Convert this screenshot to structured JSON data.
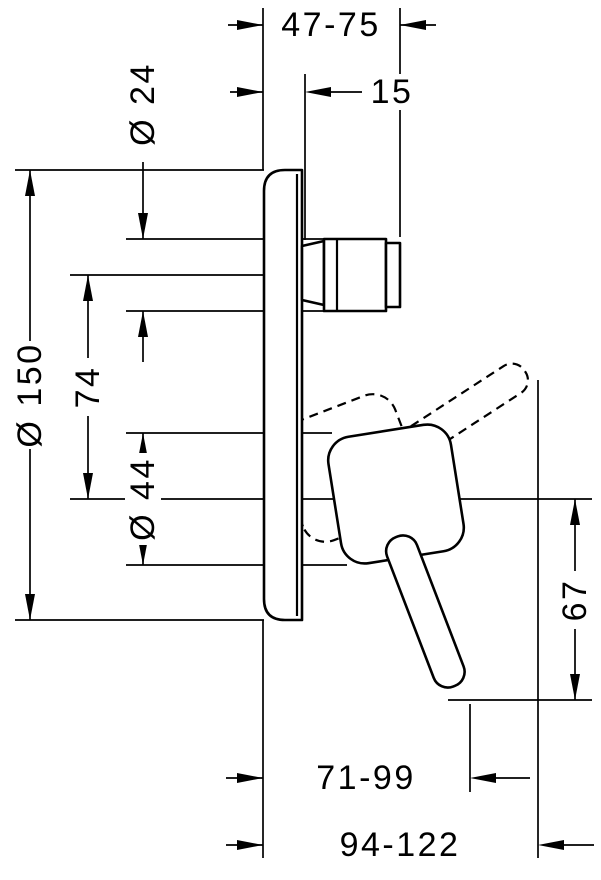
{
  "drawing": {
    "kind": "technical-dimension-drawing",
    "line_color": "#000000",
    "background": "#ffffff",
    "labels": {
      "depth_range_top": "47-75",
      "offset_15": "15",
      "dia_24": "Ø 24",
      "dia_150": "Ø 150",
      "dist_74": "74",
      "dia_44": "Ø 44",
      "height_67": "67",
      "range_71_99": "71-99",
      "range_94_122": "94-122"
    }
  }
}
